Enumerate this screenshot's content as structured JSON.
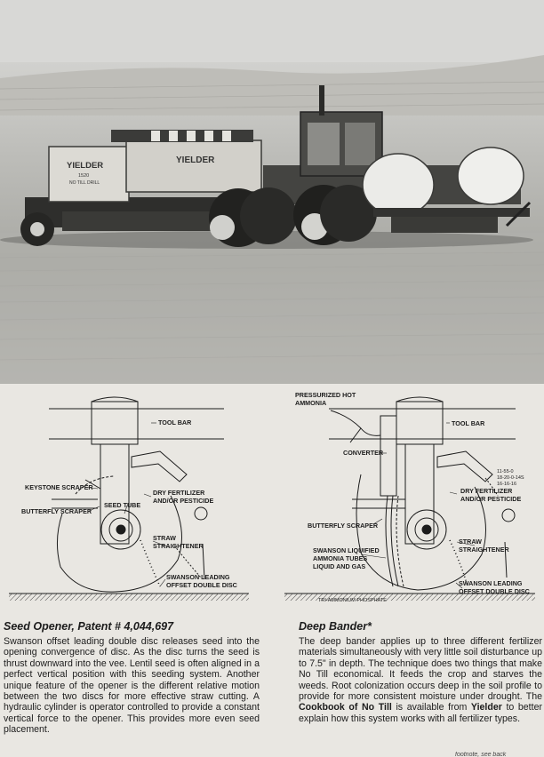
{
  "photo": {
    "drill_label": "YIELDER",
    "drill_model": "1520",
    "drill_subtitle": "NO TILL DRILL",
    "hopper_label": "YIELDER"
  },
  "left_diagram": {
    "tool_bar": "TOOL BAR",
    "keystone_scraper": "KEYSTONE SCRAPER",
    "butterfly_scraper": "BUTTERFLY SCRAPER",
    "seed_tube": "SEED TUBE",
    "dry_fertilizer_1": "DRY FERTILIZER",
    "dry_fertilizer_2": "AND/OR PESTICIDE",
    "straw_1": "STRAW",
    "straw_2": "STRAIGHTENER",
    "swanson_1": "SWANSON LEADING",
    "swanson_2": "OFFSET DOUBLE DISC"
  },
  "right_diagram": {
    "pressurized_1": "PRESSURIZED HOT",
    "pressurized_2": "AMMONIA",
    "tool_bar": "TOOL BAR",
    "converter": "CONVERTER",
    "ratio_1": "11-55-0",
    "ratio_2": "18-20-0-14S",
    "ratio_3": "16-16-16",
    "dry_fertilizer_1": "DRY FERTILIZER",
    "dry_fertilizer_2": "AND/OR PESTICIDE",
    "butterfly_scraper": "BUTTERFLY SCRAPER",
    "straw_1": "STRAW",
    "straw_2": "STRAIGHTENER",
    "liquified_1": "SWANSON LIQUIFIED",
    "liquified_2": "AMMONIA TUBES",
    "liquified_3": "LIQUID AND GAS",
    "swanson_1": "SWANSON LEADING",
    "swanson_2": "OFFSET DOUBLE DISC",
    "tri_ammonium": "TRI-AMMONIUM PHOSPHATE"
  },
  "seed_opener": {
    "heading": "Seed Opener, Patent # 4,044,697",
    "body": "Swanson offset leading double disc releases seed into the opening convergence of disc. As the disc turns the seed is thrust downward into the vee. Lentil seed is often aligned in a perfect vertical position with this seeding system. Another unique feature of the opener is the different relative motion between the two discs for more effective straw cutting. A hydraulic cylinder is operator controlled to provide a constant vertical force to the opener. This provides more even seed placement."
  },
  "deep_bander": {
    "heading": "Deep Bander*",
    "body_1": "The deep bander applies up to three different fertilizer materials simultaneously with very little soil disturbance up to 7.5\" in depth. The technique does two things that make No Till economical. It feeds the crop and starves the weeds. Root colonization occurs deep in the soil profile to provide for more consistent moisture under drought. The ",
    "body_bold_1": "Cookbook of No Till",
    "body_2": " is available from ",
    "body_bold_2": "Yielder",
    "body_3": " to better explain how this system works with all fertilizer types."
  },
  "footer": "footnote, see back"
}
